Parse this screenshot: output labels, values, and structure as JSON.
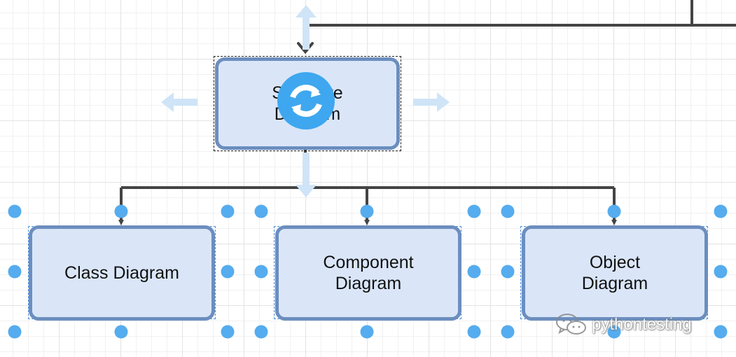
{
  "diagram": {
    "nodes": {
      "root": {
        "label": "Structure\nDiagram"
      },
      "class": {
        "label": "Class Diagram"
      },
      "component": {
        "label": "Component\nDiagram"
      },
      "object": {
        "label": "Object\nDiagram"
      }
    },
    "colors": {
      "node_fill": "#dae6f8",
      "node_stroke": "#6c8ebf",
      "edge": "#444444",
      "handle": "#55acee",
      "hint_arrow": "#cfe4f7",
      "refresh_button": "#3ea7ef"
    },
    "icons": [
      "refresh-icon",
      "arrow-up-icon",
      "arrow-left-icon",
      "arrow-right-icon",
      "arrow-down-icon",
      "connection-point-icon",
      "wechat-icon"
    ]
  },
  "watermark": {
    "text": "pythontesting"
  }
}
